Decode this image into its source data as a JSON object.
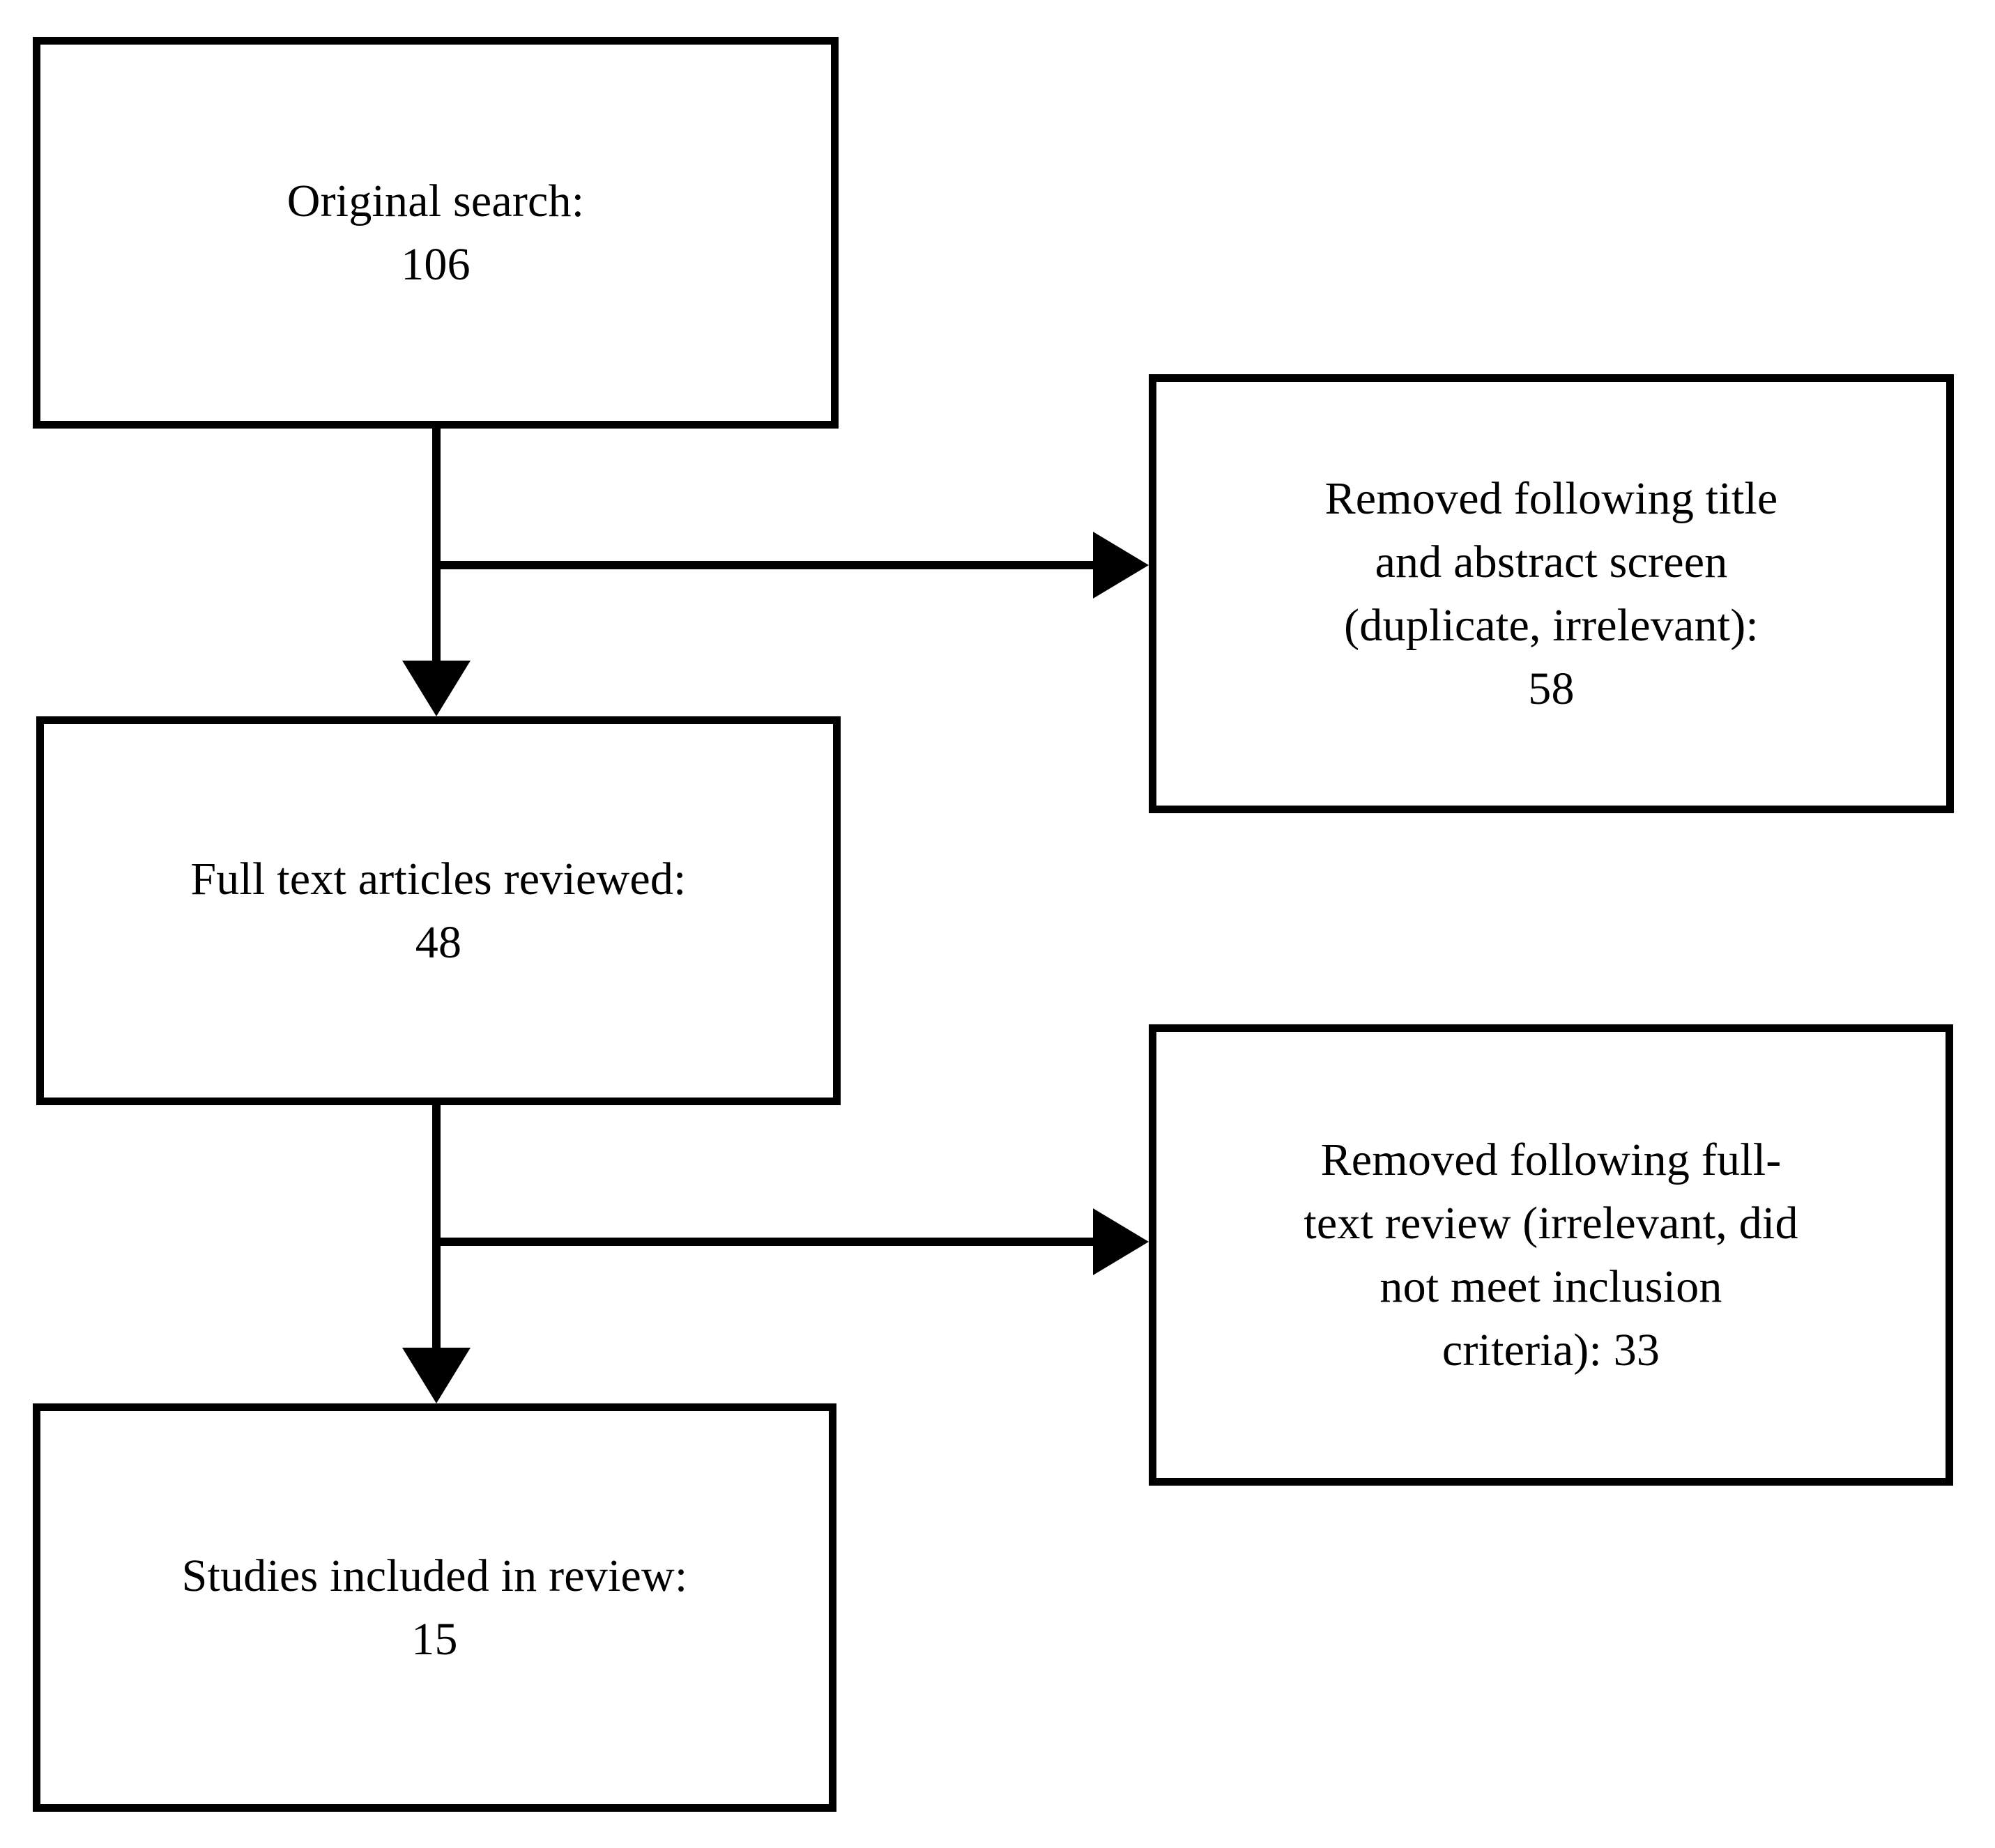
{
  "diagram": {
    "type": "prisma-flow-diagram",
    "orientation": "vertical-with-side-exclusions",
    "line_color": "#000000",
    "box_border_color": "#000000",
    "background_color": "#ffffff",
    "text_color": "#000000"
  },
  "nodes": {
    "original_search": {
      "label": "Original search:",
      "count": "106",
      "text": "Original search:\n106"
    },
    "fulltext_reviewed": {
      "label": "Full text articles reviewed:",
      "count": "48",
      "text": "Full text articles reviewed:\n48"
    },
    "studies_included": {
      "label": "Studies included in review:",
      "count": "15",
      "text": "Studies included in review:\n15"
    },
    "removed_title_abstract": {
      "label": "Removed following title and abstract screen (duplicate, irrelevant):",
      "count": "58",
      "text": "Removed following title\nand abstract screen\n(duplicate, irrelevant):\n58"
    },
    "removed_fulltext": {
      "label": "Removed following full-text review (irrelevant, did not meet inclusion criteria): 33",
      "count": "33",
      "text": "Removed following full-\ntext review (irrelevant, did\nnot meet inclusion\ncriteria): 33"
    }
  },
  "edges": [
    {
      "id": "edge-search-to-fulltext",
      "from": "original_search",
      "to": "fulltext_reviewed",
      "direction": "down",
      "arrowhead": "down-arrow-icon"
    },
    {
      "id": "edge-search-to-removed-title",
      "from": "original_search",
      "to": "removed_title_abstract",
      "direction": "right",
      "arrowhead": "right-arrow-icon"
    },
    {
      "id": "edge-fulltext-to-included",
      "from": "fulltext_reviewed",
      "to": "studies_included",
      "direction": "down",
      "arrowhead": "down-arrow-icon"
    },
    {
      "id": "edge-fulltext-to-removed-fulltext",
      "from": "fulltext_reviewed",
      "to": "removed_fulltext",
      "direction": "right",
      "arrowhead": "right-arrow-icon"
    }
  ]
}
